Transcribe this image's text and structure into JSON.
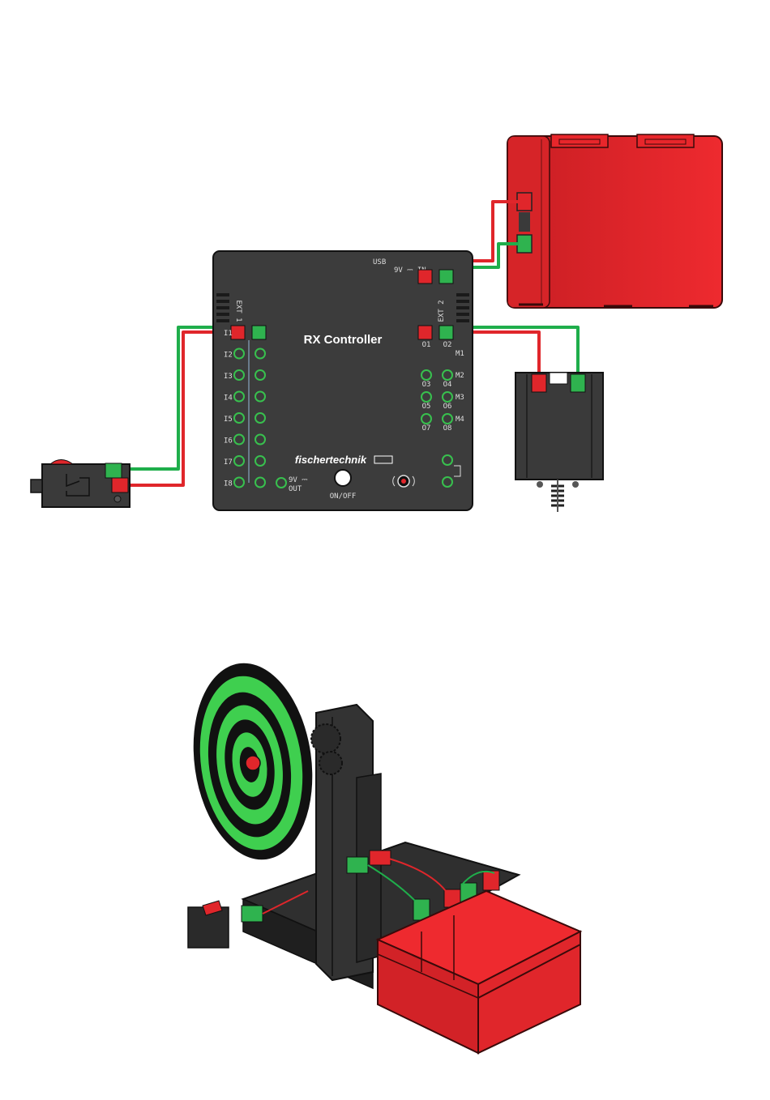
{
  "controller": {
    "title": "RX Controller",
    "brand": "fischertechnik",
    "ext1": "EXT 1",
    "ext2": "EXT 2",
    "usb": "USB",
    "power_in": "9V ⎓ IN",
    "power_out_top": "9V ⎓",
    "power_out_bottom": "OUT",
    "on_off": "ON/OFF",
    "inputs": [
      "I1",
      "I2",
      "I3",
      "I4",
      "I5",
      "I6",
      "I7",
      "I8"
    ],
    "outputs": [
      "O1",
      "O2",
      "O3",
      "O4",
      "O5",
      "O6",
      "O7",
      "O8"
    ],
    "motors": [
      "M1",
      "M2",
      "M3",
      "M4"
    ]
  },
  "colors": {
    "controller": "#3c3c3c",
    "battery": "#e8262b",
    "wire_red": "#e0262b",
    "wire_green": "#1fae4b",
    "socket_green": "#2fb34f",
    "socket_red": "#e0262b"
  },
  "icons": [
    "battery-pack-icon",
    "switch-icon",
    "motor-icon",
    "controller-icon",
    "spiral-disk-icon"
  ]
}
